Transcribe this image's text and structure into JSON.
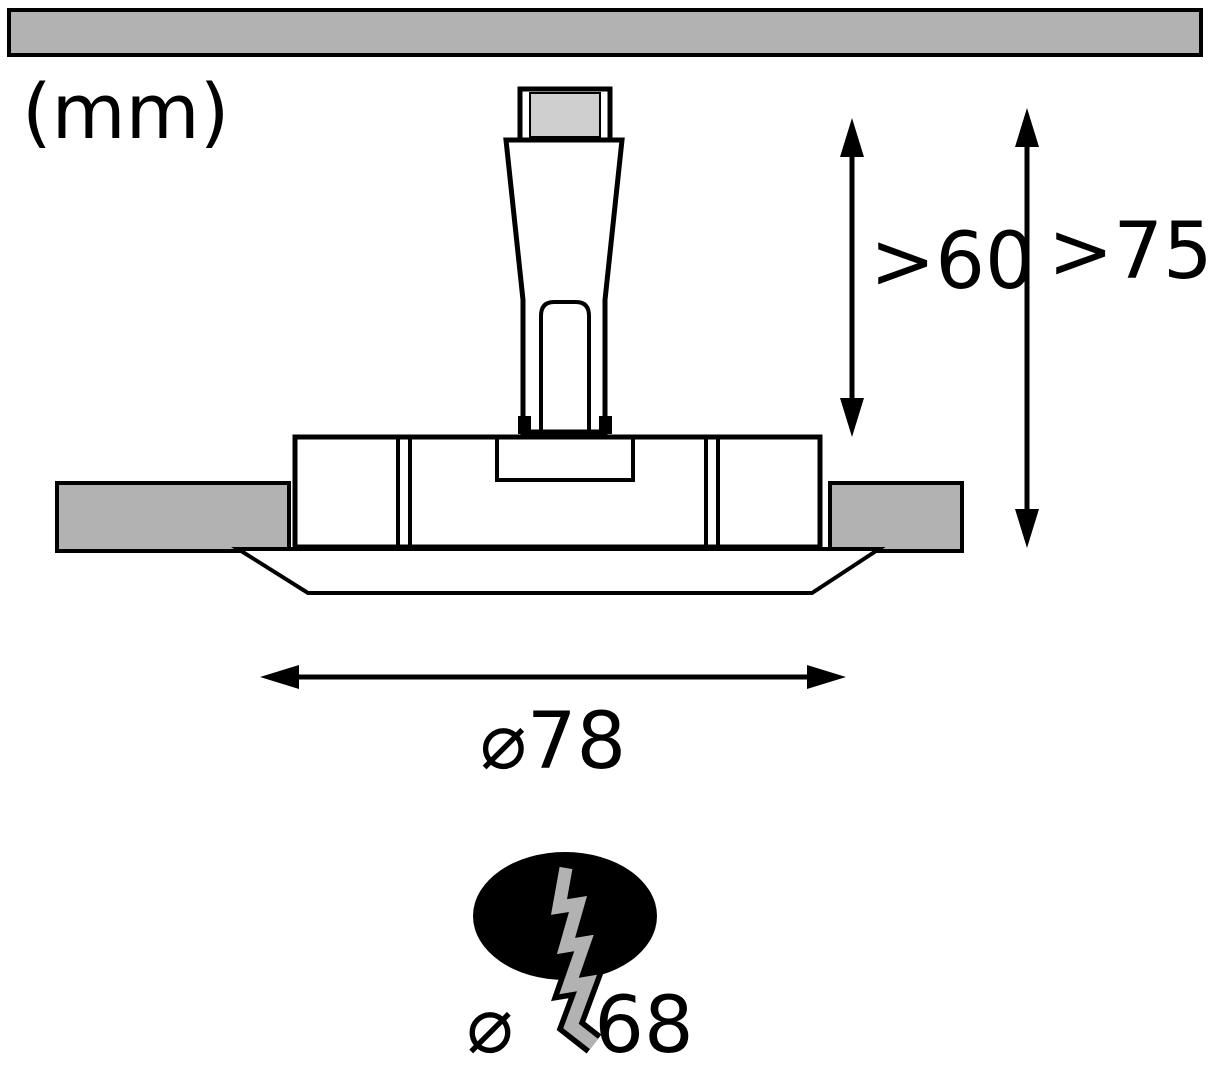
{
  "unit_label": "(mm)",
  "dimensions": {
    "recess_depth": ">60",
    "total_depth": ">75",
    "fixture_diameter": "⌀78",
    "cutout_symbol": "⌀",
    "cutout_value": "68"
  },
  "icons": {
    "lightning_bolt": "lightning-bolt-icon"
  },
  "colors": {
    "ceiling_gray": "#b2b2b2",
    "connector_inner_gray": "#cfcfcf",
    "bolt_gray": "#b2b2b2",
    "line_black": "#000000",
    "cutout_black": "#000000",
    "background": "#ffffff"
  }
}
